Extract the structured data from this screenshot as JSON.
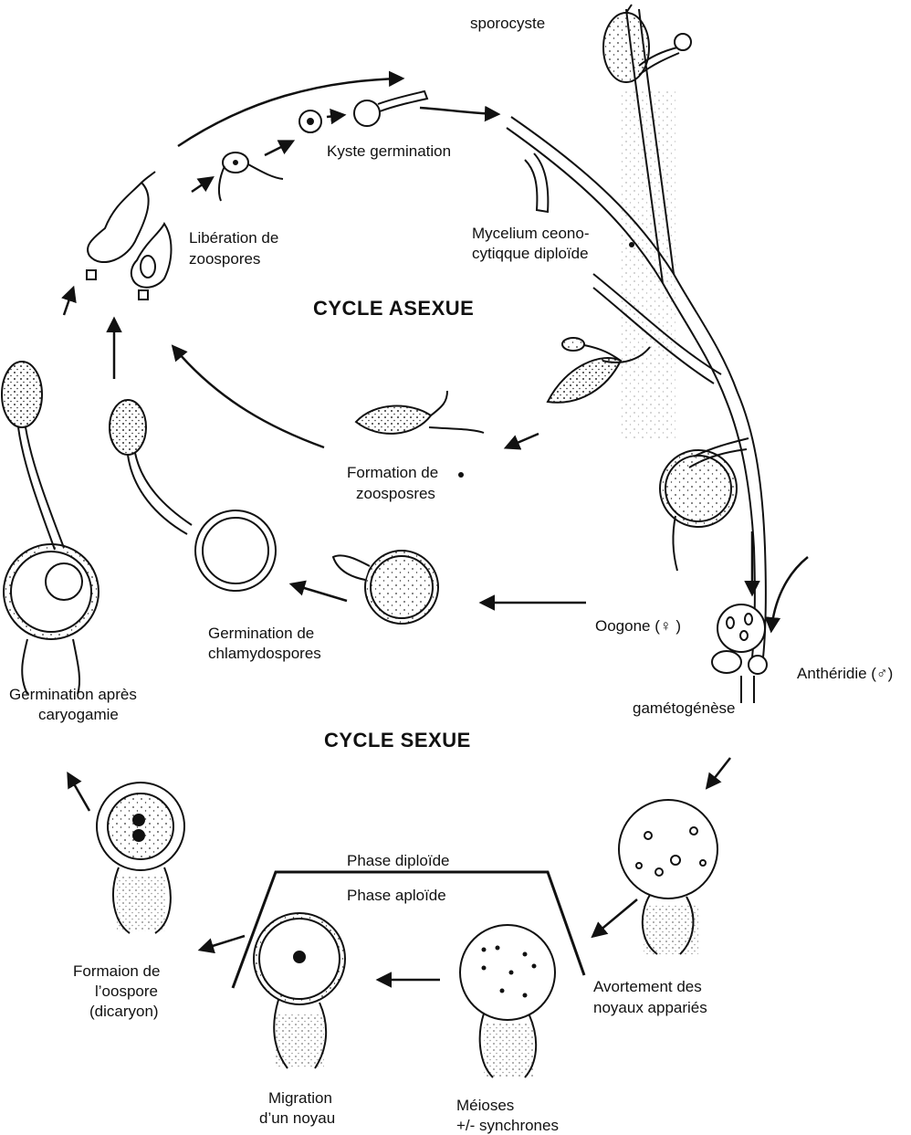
{
  "titles": {
    "asexual": "CYCLE ASEXUE",
    "sexual": "CYCLE SEXUE"
  },
  "labels": {
    "sporocyste": "sporocyste",
    "kyste_germination": "Kyste germination",
    "mycelium_1": "Mycelium ceono-",
    "mycelium_2": "cytiqque diploïde",
    "liberation_1": "Libération de",
    "liberation_2": "zoospores",
    "formation_zoo_1": "Formation de",
    "formation_zoo_2": "zoosposres",
    "germ_chlamy_1": "Germination de",
    "germ_chlamy_2": "chlamydospores",
    "oogone": "Oogone (♀ )",
    "antheridie": "Anthéridie (♂)",
    "gametogenese": "gamétogénèse",
    "germ_caryo_1": "Germination après",
    "germ_caryo_2": "caryogamie",
    "phase_diploide": "Phase diploïde",
    "phase_aploide": "Phase aploïde",
    "oospore_1": "Formaion de",
    "oospore_2": "l’oospore",
    "oospore_3": "(dicaryon)",
    "avortement_1": "Avortement des",
    "avortement_2": "noyaux appariés",
    "migration_1": "Migration",
    "migration_2": "d’un noyau",
    "meioses_1": "Méioses",
    "meioses_2": "+/- synchrones"
  }
}
